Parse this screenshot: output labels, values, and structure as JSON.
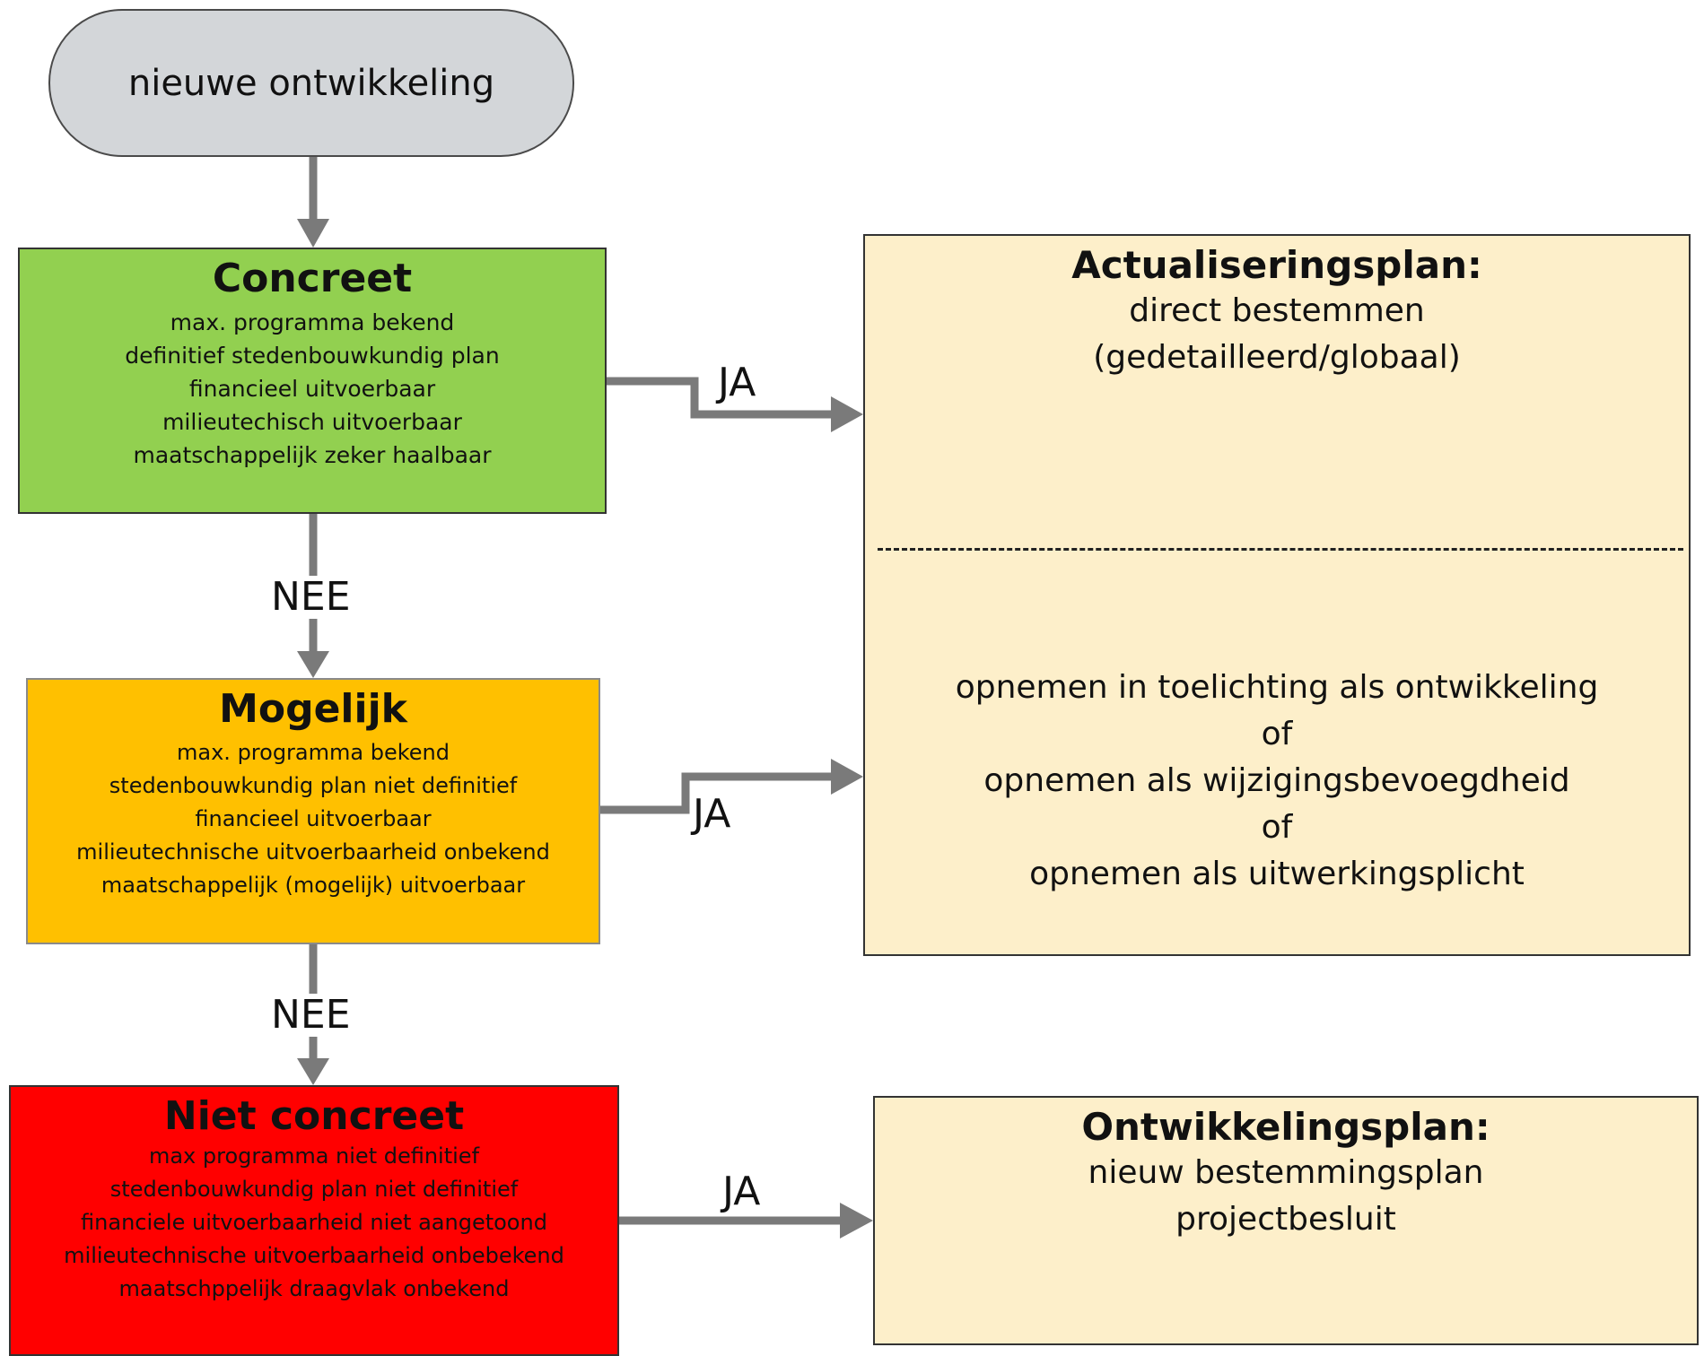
{
  "start": {
    "label": "nieuwe ontwikkeling"
  },
  "decisions": [
    {
      "title": "Concreet",
      "lines": [
        "max. programma bekend",
        "definitief stedenbouwkundig plan",
        "financieel uitvoerbaar",
        "milieutechisch uitvoerbaar",
        "maatschappelijk zeker haalbaar"
      ],
      "color": "#92d050"
    },
    {
      "title": "Mogelijk",
      "lines": [
        "max. programma bekend",
        "stedenbouwkundig plan niet definitief",
        "financieel uitvoerbaar",
        "milieutechnische uitvoerbaarheid onbekend",
        "maatschappelijk (mogelijk) uitvoerbaar"
      ],
      "color": "#ffc000"
    },
    {
      "title": "Niet concreet",
      "lines": [
        "max programma niet definitief",
        "stedenbouwkundig plan niet definitief",
        "financiele uitvoerbaarheid niet aangetoond",
        "milieutechnische uitvoerbaarheid onbebekend",
        "maatschppelijk draagvlak onbekend"
      ],
      "color": "#ff0000"
    }
  ],
  "results": {
    "actualisering": {
      "title": "Actualiseringsplan:",
      "lines": [
        "direct bestemmen",
        "(gedetailleerd/globaal)"
      ],
      "options": [
        "opnemen in toelichting als ontwikkeling",
        "of",
        "opnemen als wijzigingsbevoegdheid",
        "of",
        "opnemen als uitwerkingsplicht"
      ],
      "color": "#fdefca"
    },
    "ontwikkeling": {
      "title": "Ontwikkelingsplan:",
      "lines": [
        "nieuw bestemmingsplan",
        "projectbesluit"
      ],
      "color": "#fdefca"
    }
  },
  "edge_labels": {
    "yes": "JA",
    "no": "NEE"
  },
  "colors": {
    "start_fill": "#d3d6d9",
    "connector": "#7a7a7a"
  }
}
